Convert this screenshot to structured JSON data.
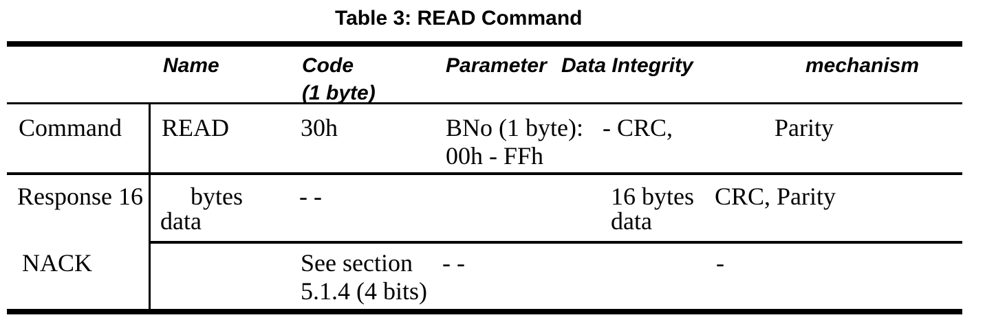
{
  "colors": {
    "text": "#000000",
    "background": "#ffffff",
    "rule": "#000000"
  },
  "title": "Table 3: READ Command",
  "table": {
    "header": {
      "name": "Name",
      "code_line1": "Code",
      "code_line2": "(1 byte)",
      "parameter": "Parameter",
      "data_integrity": "Data Integrity",
      "mechanism": "mechanism"
    },
    "rows": {
      "command": {
        "label": "Command",
        "name": "READ",
        "code": "30h",
        "parameter_line1": "BNo (1 byte):",
        "parameter_line2": "00h - FFh",
        "data_integrity": "- CRC,",
        "mechanism": "Parity"
      },
      "response": {
        "label": "Response 16",
        "name_line1": "bytes",
        "name_line2": "data",
        "code": "- -",
        "data_integrity_line1": "16 bytes",
        "data_integrity_line2": "data",
        "mechanism": "CRC, Parity"
      },
      "nack": {
        "label": "NACK",
        "code_line1": "See section",
        "code_line2": "5.1.4 (4 bits)",
        "parameter": "- -",
        "mechanism": "-"
      }
    }
  }
}
